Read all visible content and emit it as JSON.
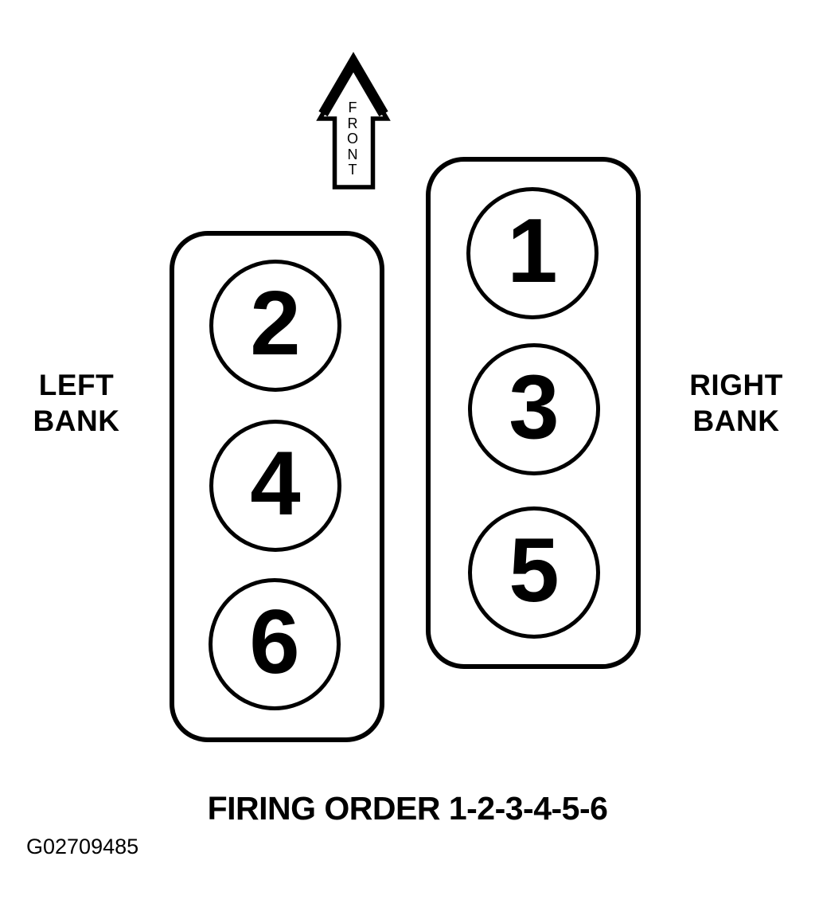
{
  "diagram": {
    "front_label": "FRONT",
    "left_bank": {
      "label_line1": "LEFT",
      "label_line2": "BANK",
      "cylinders": [
        "2",
        "4",
        "6"
      ]
    },
    "right_bank": {
      "label_line1": "RIGHT",
      "label_line2": "BANK",
      "cylinders": [
        "1",
        "3",
        "5"
      ]
    },
    "firing_order_caption": "FIRING ORDER 1-2-3-4-5-6",
    "figure_id": "G02709485",
    "colors": {
      "ink": "#000000",
      "background": "#ffffff"
    }
  }
}
